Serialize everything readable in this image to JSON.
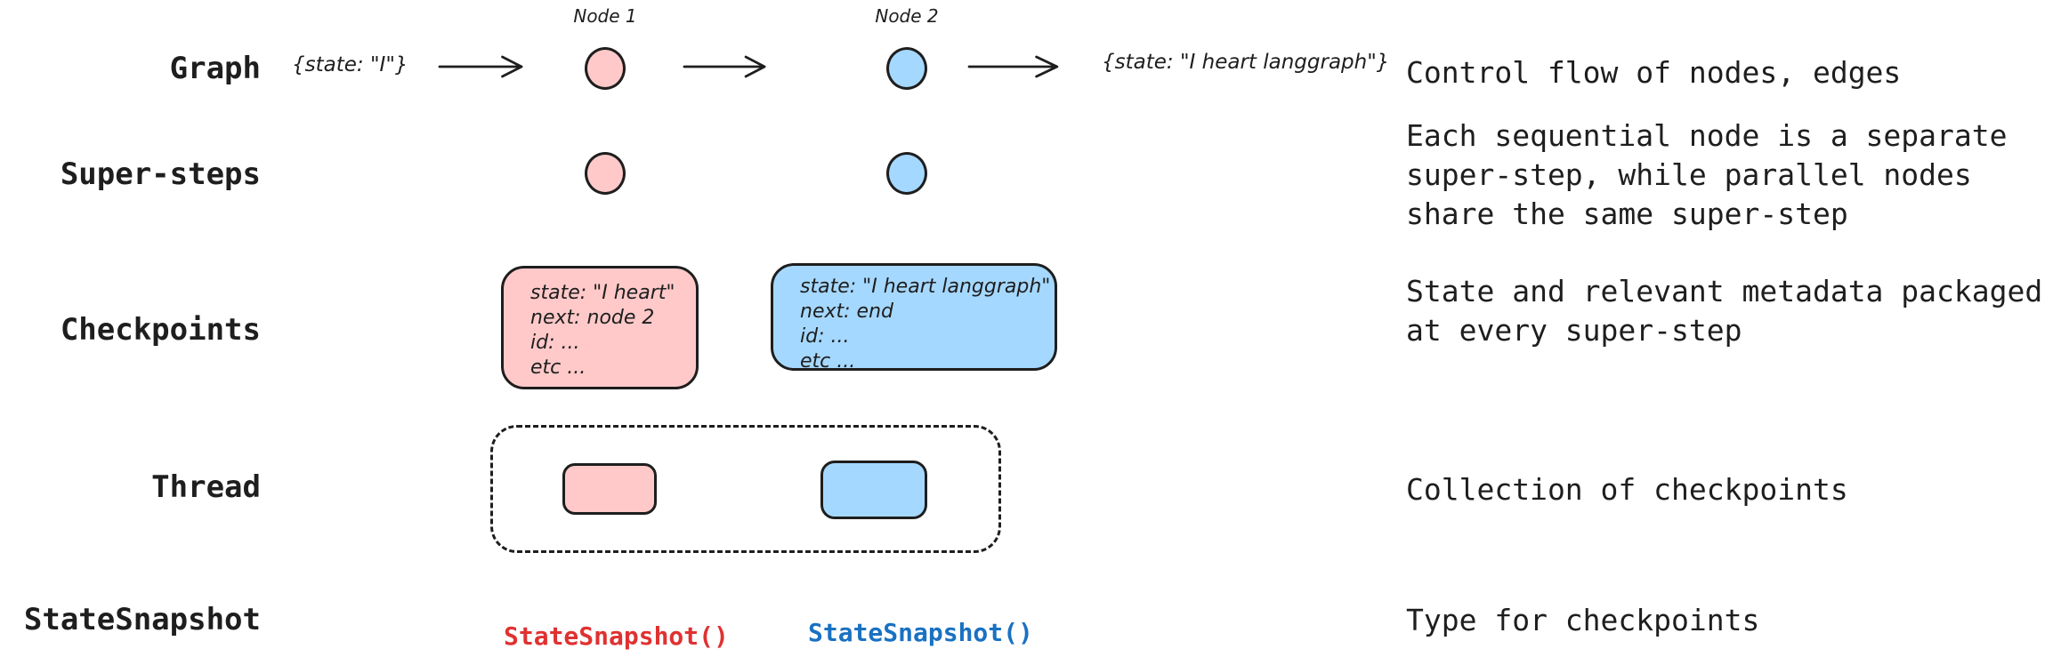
{
  "colors": {
    "stroke": "#1e1e1e",
    "pink_fill": "#ffc9c9",
    "blue_fill": "#a5d8ff",
    "red_text": "#e03131",
    "blue_text": "#1971c2",
    "background": "#ffffff"
  },
  "rows": {
    "graph": {
      "label": "Graph",
      "input_state": "{state: \"I\"}",
      "node1_label": "Node 1",
      "node2_label": "Node 2",
      "output_state": "{state: \"I heart langgraph\"}",
      "description": "Control flow of nodes, edges"
    },
    "supersteps": {
      "label": "Super-steps",
      "description": "Each sequential node is a separate\nsuper-step, while parallel nodes\nshare the same super-step"
    },
    "checkpoints": {
      "label": "Checkpoints",
      "pink_checkpoint_lines": [
        "state: \"I heart\"",
        "next: node 2",
        "id: ...",
        "etc ..."
      ],
      "blue_checkpoint_lines": [
        "state: \"I heart langgraph\"",
        "next: end",
        "id: ...",
        "etc ..."
      ],
      "description": "State and relevant metadata packaged\nat every super-step"
    },
    "thread": {
      "label": "Thread",
      "description": "Collection of checkpoints"
    },
    "statesnapshot": {
      "label": "StateSnapshot",
      "pink_call": "StateSnapshot()",
      "blue_call": "StateSnapshot()",
      "description": "Type for checkpoints"
    }
  }
}
